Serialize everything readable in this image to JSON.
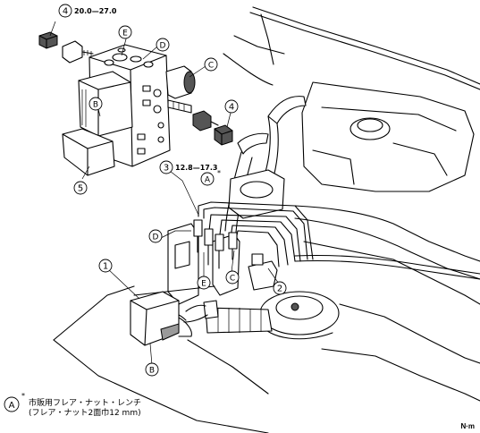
{
  "callouts": {
    "c1": "1",
    "c2": "2",
    "c3": "3",
    "c4a": "4",
    "c4b": "4",
    "c5": "5",
    "a_main": "A",
    "a_note": "A",
    "b_hcu": "B",
    "b_bracket": "B",
    "c_hcu": "C",
    "c_pipe": "C",
    "d_hcu": "D",
    "d_pipe": "D",
    "e_hcu": "E",
    "e_pipe": "E"
  },
  "torque": {
    "nut_4": "20.0—27.0",
    "flare_3": "12.8—17.3"
  },
  "tool_asterisk": "*",
  "note": {
    "line1": "市販用フレア・ナット・レンチ",
    "line2": "(フレア・ナット2面巾12 mm)"
  },
  "unit": "N·m"
}
